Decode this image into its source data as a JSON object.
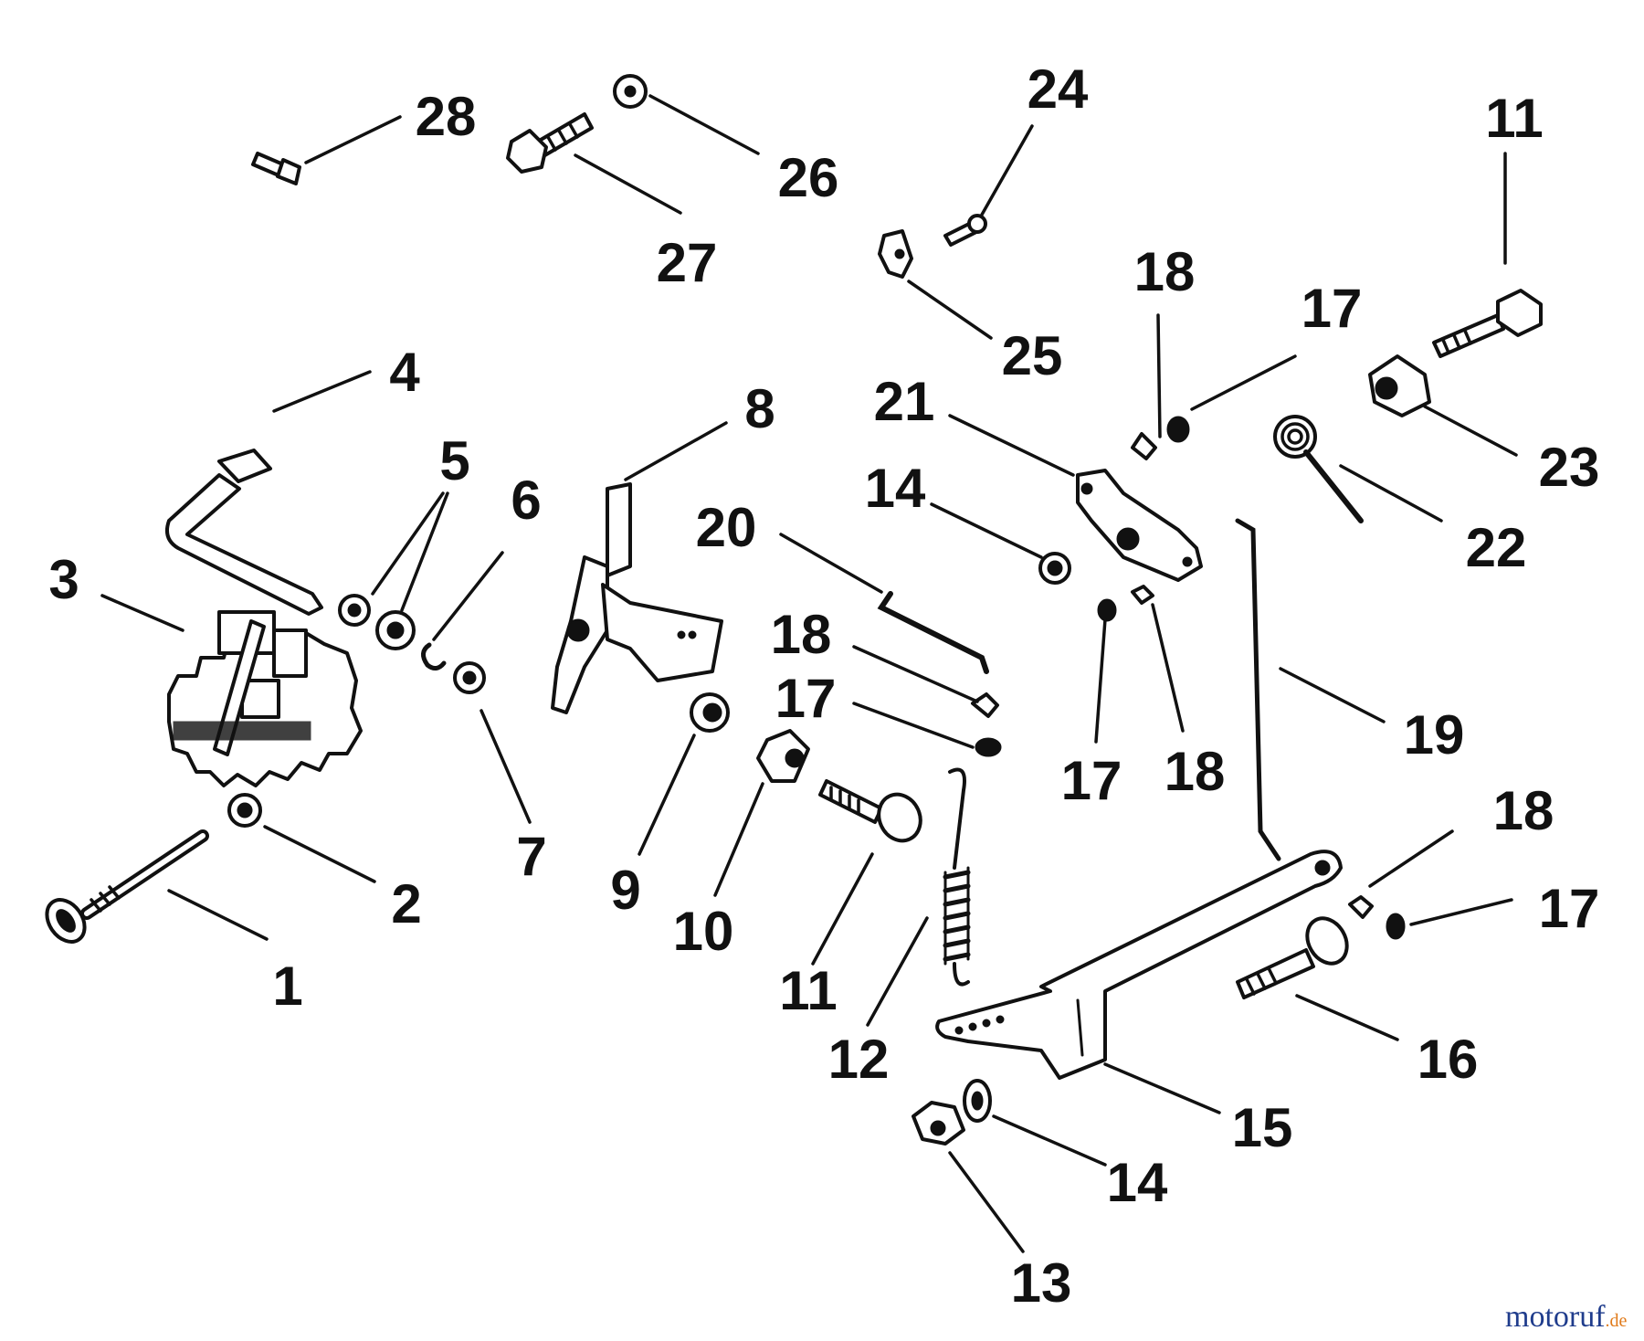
{
  "diagram": {
    "callouts": [
      {
        "id": "c1",
        "label": "1"
      },
      {
        "id": "c2",
        "label": "2"
      },
      {
        "id": "c3",
        "label": "3"
      },
      {
        "id": "c4",
        "label": "4"
      },
      {
        "id": "c5",
        "label": "5"
      },
      {
        "id": "c6",
        "label": "6"
      },
      {
        "id": "c7",
        "label": "7"
      },
      {
        "id": "c8",
        "label": "8"
      },
      {
        "id": "c9",
        "label": "9"
      },
      {
        "id": "c10",
        "label": "10"
      },
      {
        "id": "c11a",
        "label": "11"
      },
      {
        "id": "c11b",
        "label": "11"
      },
      {
        "id": "c12",
        "label": "12"
      },
      {
        "id": "c13",
        "label": "13"
      },
      {
        "id": "c14a",
        "label": "14"
      },
      {
        "id": "c14b",
        "label": "14"
      },
      {
        "id": "c15",
        "label": "15"
      },
      {
        "id": "c16",
        "label": "16"
      },
      {
        "id": "c17a",
        "label": "17"
      },
      {
        "id": "c17b",
        "label": "17"
      },
      {
        "id": "c17c",
        "label": "17"
      },
      {
        "id": "c17d",
        "label": "17"
      },
      {
        "id": "c18a",
        "label": "18"
      },
      {
        "id": "c18b",
        "label": "18"
      },
      {
        "id": "c18c",
        "label": "18"
      },
      {
        "id": "c18d",
        "label": "18"
      },
      {
        "id": "c19",
        "label": "19"
      },
      {
        "id": "c20",
        "label": "20"
      },
      {
        "id": "c21",
        "label": "21"
      },
      {
        "id": "c22",
        "label": "22"
      },
      {
        "id": "c23",
        "label": "23"
      },
      {
        "id": "c24",
        "label": "24"
      },
      {
        "id": "c25",
        "label": "25"
      },
      {
        "id": "c26",
        "label": "26"
      },
      {
        "id": "c27",
        "label": "27"
      },
      {
        "id": "c28",
        "label": "28"
      }
    ]
  },
  "watermark": {
    "brand": "motoruf",
    "tld": ".de"
  },
  "colors": {
    "ink": "#111111",
    "background": "#ffffff",
    "watermark_blue": "#1f3c8c",
    "watermark_orange": "#e07a1a"
  }
}
